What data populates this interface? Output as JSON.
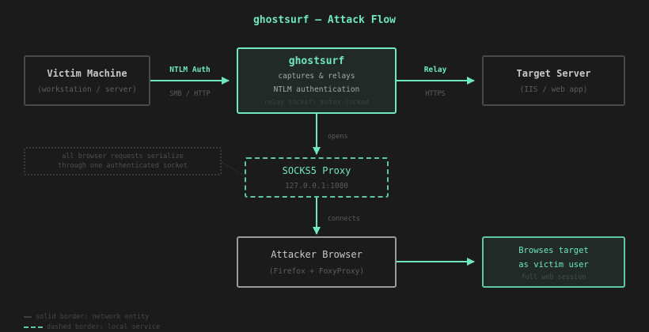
{
  "title": "ghostsurf — Attack Flow",
  "colors": {
    "background": "#1b1b1b",
    "accent": "#6ee7c2",
    "accent_muted": "#5fc7a5",
    "entity_border": "#4a4a4a",
    "attacker_border": "#9a9a9a",
    "highlight_fill": "#212a27"
  },
  "nodes": {
    "victim": {
      "title": "Victim Machine",
      "subtitle": "(workstation / server)"
    },
    "ghostsurf": {
      "title": "ghostsurf",
      "line1": "captures & relays",
      "line2": "NTLM authentication",
      "note": "relay socket: mutex-locked"
    },
    "target": {
      "title": "Target Server",
      "subtitle": "(IIS / web app)"
    },
    "socks": {
      "title": "SOCKS5 Proxy",
      "subtitle": "127.0.0.1:1080"
    },
    "browser": {
      "title": "Attacker Browser",
      "subtitle": "(Firefox + FoxyProxy)"
    },
    "result": {
      "line1": "Browses target",
      "line2": "as victim user",
      "note": "full web session"
    },
    "annotation": {
      "line1": "all browser requests serialize",
      "line2": "through one authenticated socket"
    }
  },
  "edges": {
    "victim_to_ghostsurf": {
      "label": "NTLM Auth",
      "sublabel": "SMB / HTTP"
    },
    "ghostsurf_to_target": {
      "label": "Relay",
      "sublabel": "HTTPS"
    },
    "ghostsurf_to_socks": {
      "label": "opens"
    },
    "socks_to_browser": {
      "label": "connects"
    }
  },
  "legend": [
    {
      "style": "solid",
      "label": "solid border: network entity"
    },
    {
      "style": "dashed",
      "label": "dashed border: local service"
    }
  ]
}
